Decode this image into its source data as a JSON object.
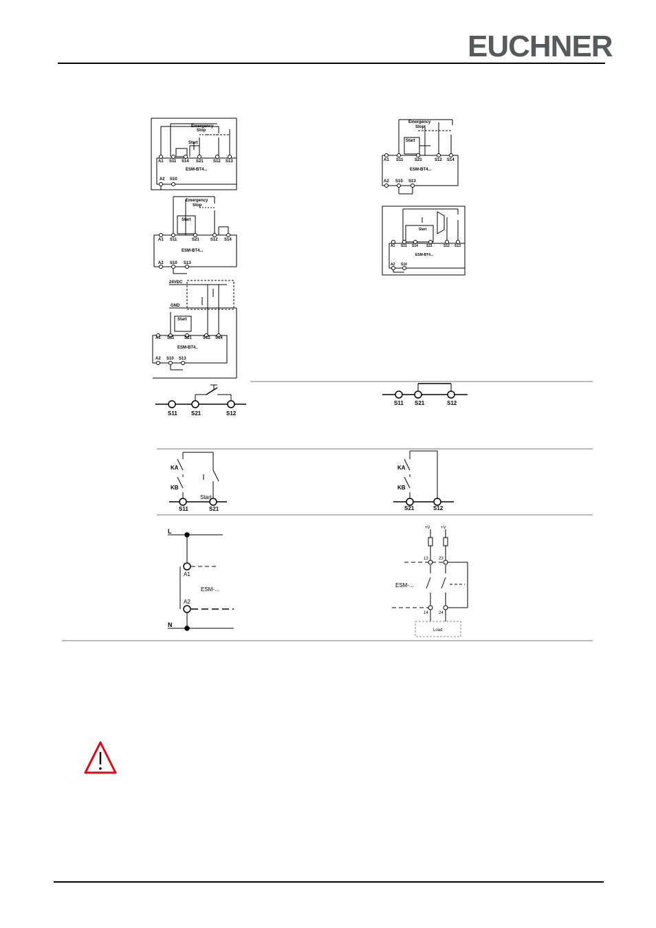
{
  "header": {
    "logo_text": "EUCHNER"
  },
  "diagrams": {
    "emergency_stop": "Emergency",
    "emergency_stop_2": "Stop",
    "start": "Start",
    "device": "ESM-BT4...",
    "device_short": "ESM-BT4..",
    "a1": "A1",
    "a2": "A2",
    "s10": "S10",
    "s11": "S11",
    "s12": "S12",
    "s13": "S13",
    "s14": "S14",
    "s21": "S21",
    "v24": "24VDC",
    "gnd": "GND",
    "ka": "KA",
    "kb": "KB",
    "l": "L",
    "n": "N",
    "esm": "ESM-...",
    "plus_v": "+V",
    "t13": "13",
    "t23": "23",
    "t14": "14",
    "t24": "24",
    "load": "Load"
  },
  "icons": {
    "warning": "warning-triangle-icon"
  },
  "colors": {
    "logo": "#58595b",
    "warning": "#e30613"
  }
}
